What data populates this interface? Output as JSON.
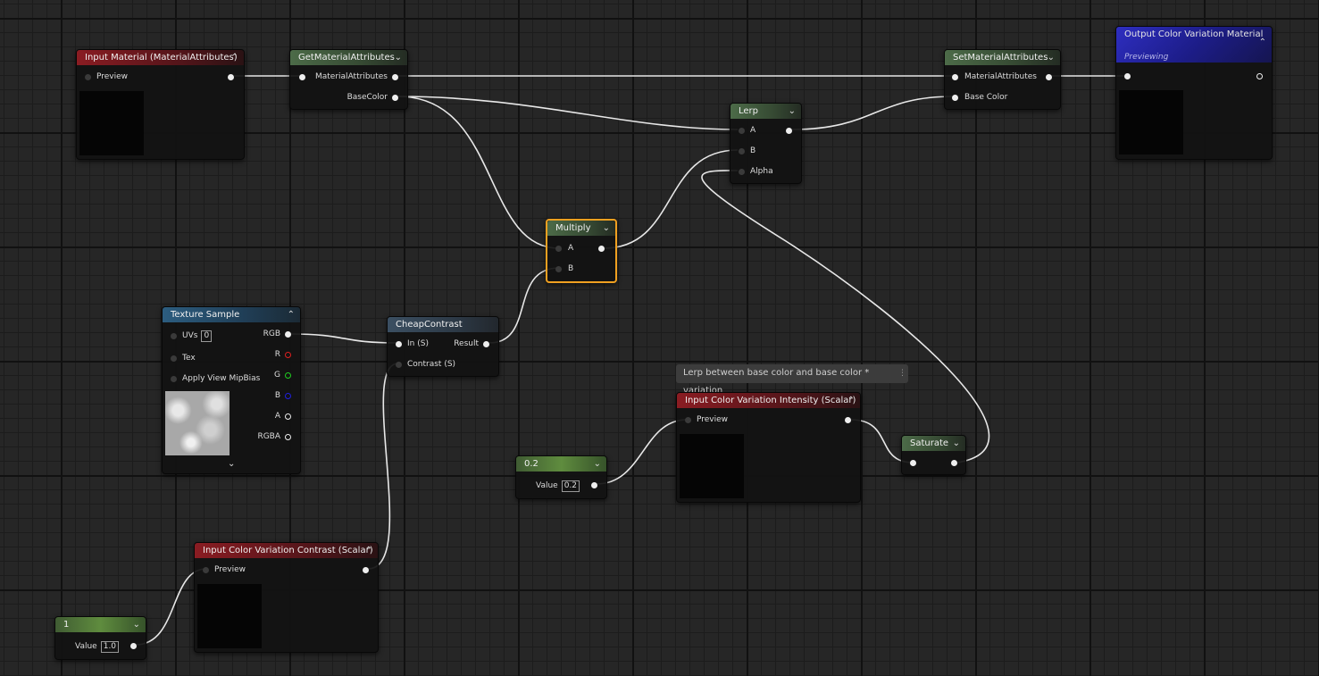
{
  "nodes": {
    "input_material": {
      "title": "Input Material (MaterialAttributes)",
      "preview_label": "Preview"
    },
    "get_attrs": {
      "title": "GetMaterialAttributes",
      "out1": "MaterialAttributes",
      "out2": "BaseColor"
    },
    "set_attrs": {
      "title": "SetMaterialAttributes",
      "in1": "MaterialAttributes",
      "in2": "Base Color"
    },
    "output": {
      "title": "Output Color Variation Material",
      "subtitle": "Previewing"
    },
    "lerp": {
      "title": "Lerp",
      "a": "A",
      "b": "B",
      "alpha": "Alpha"
    },
    "multiply": {
      "title": "Multiply",
      "a": "A",
      "b": "B"
    },
    "texture": {
      "title": "Texture Sample",
      "uvs": "UVs",
      "uvs_value": "0",
      "tex": "Tex",
      "mip": "Apply View MipBias",
      "rgb": "RGB",
      "r": "R",
      "g": "G",
      "b": "B",
      "a": "A",
      "rgba": "RGBA"
    },
    "cheap_contrast": {
      "title": "CheapContrast",
      "in": "In (S)",
      "contrast": "Contrast (S)",
      "result": "Result"
    },
    "comment": {
      "text": "Lerp between base color and base color * variation"
    },
    "intensity": {
      "title": "Input Color Variation Intensity (Scalar)",
      "preview_label": "Preview"
    },
    "const_02": {
      "title": "0.2",
      "value_label": "Value",
      "value": "0.2"
    },
    "saturate": {
      "title": "Saturate"
    },
    "contrast_input": {
      "title": "Input Color Variation Contrast (Scalar)",
      "preview_label": "Preview"
    },
    "const_1": {
      "title": "1",
      "value_label": "Value",
      "value": "1.0"
    }
  },
  "colors": {
    "red_pin": "#e02020",
    "green_pin": "#20d020",
    "blue_pin": "#2020e0",
    "selected": "#f0a020"
  }
}
